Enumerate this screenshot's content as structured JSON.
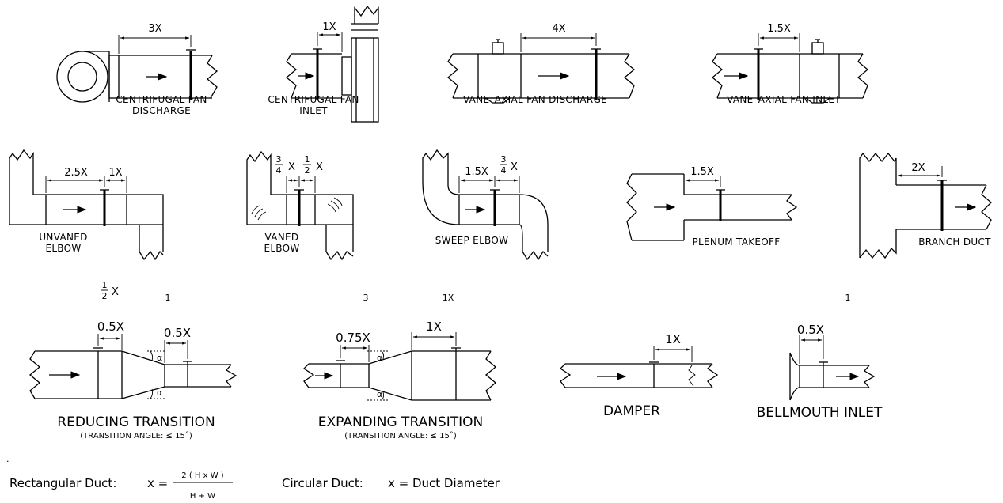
{
  "row1": {
    "centrifugal_discharge": {
      "dim": "3X",
      "line1": "CENTRIFUGAL  FAN",
      "line2": "DISCHARGE"
    },
    "centrifugal_inlet": {
      "dim": "1X",
      "line1": "CENTRIFUGAL  FAN",
      "line2": "INLET"
    },
    "vane_discharge": {
      "dim": "4X",
      "line1": "VANE–AXIAL  FAN  DISCHARGE"
    },
    "vane_inlet": {
      "dim": "1.5X",
      "line1": "VANE–AXIAL  FAN  INLET"
    }
  },
  "row2": {
    "unvaned": {
      "dim1": "2.5X",
      "dim2": "1X",
      "line1": "UNVANED",
      "line2": "ELBOW"
    },
    "vaned": {
      "frac1_num": "3",
      "frac1_den": "4",
      "frac_x": "X",
      "frac2_num": "1",
      "frac2_den": "2",
      "line1": "VANED",
      "line2": "ELBOW"
    },
    "sweep": {
      "dim1": "1.5X",
      "frac_num": "3",
      "frac_den": "4",
      "frac_x": "X",
      "line1": "SWEEP  ELBOW"
    },
    "plenum": {
      "dim": "1.5X",
      "line1": "PLENUM  TAKEOFF"
    },
    "branch": {
      "dim": "2X",
      "line1": "BRANCH  DUCT"
    }
  },
  "artifacts": {
    "a1_num": "1",
    "a1_den": "2",
    "a1_x": "X",
    "a2": "1",
    "a3": "3",
    "a4": "1X",
    "a5": "1"
  },
  "row3": {
    "reducing": {
      "dim1": "0.5X",
      "dim2": "0.5X",
      "alpha": "α",
      "title": "REDUCING TRANSITION",
      "note": "(TRANSITION  ANGLE:  ≤ 15˚)"
    },
    "expanding": {
      "dim1": "0.75X",
      "dim2": "1X",
      "alpha": "α",
      "title": "EXPANDING TRANSITION",
      "note": "(TRANSITION  ANGLE:  ≤ 15˚)"
    },
    "damper": {
      "dim": "1X",
      "title": "DAMPER"
    },
    "bellmouth": {
      "dim": "0.5X",
      "title": "BELLMOUTH INLET"
    }
  },
  "formulas": {
    "rect_label": "Rectangular Duct:",
    "rect_x": "x  =",
    "rect_num": "2 ( H x W )",
    "rect_den": "H  +  W",
    "circ_label": "Circular Duct:",
    "circ_expr": "x  =  Duct Diameter",
    "dot": "."
  }
}
